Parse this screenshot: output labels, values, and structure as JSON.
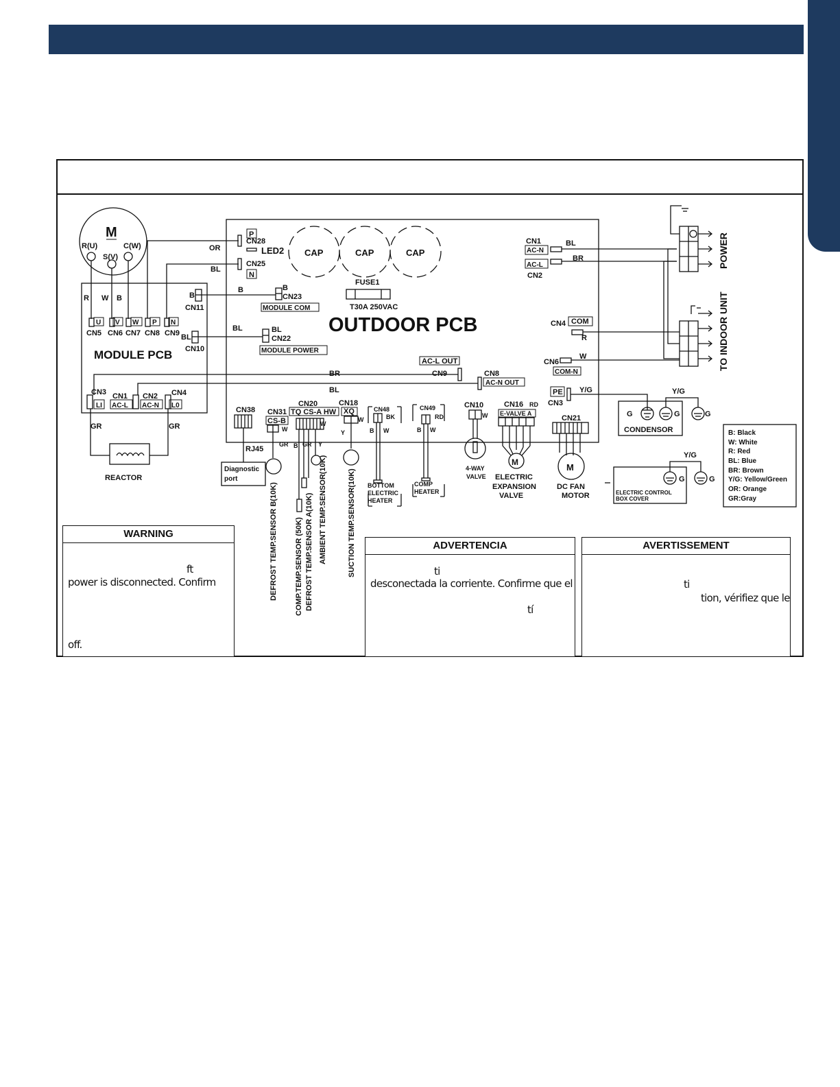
{
  "diagram": {
    "title": "OUTDOOR PCB",
    "module_pcb": "MODULE PCB",
    "motor": {
      "symbol": "M",
      "r": "R(U)",
      "s": "S(V)",
      "c": "C(W)"
    },
    "wire_colors_top": {
      "r": "R",
      "w": "W",
      "b": "B"
    },
    "module_terminals": [
      "U",
      "V",
      "W",
      "P",
      "N"
    ],
    "module_connectors": [
      "CN5",
      "CN6",
      "CN7",
      "CN8",
      "CN9"
    ],
    "module_cn11": "CN11",
    "module_cn10": "CN10",
    "module_bottom": {
      "cn3": "CN3",
      "cn1": "CN1",
      "cn2": "CN2",
      "cn4": "CN4",
      "li": "LI",
      "acl": "AC-L",
      "acn": "AC-N",
      "lo": "L0"
    },
    "reactor": {
      "label": "REACTOR",
      "gr": "GR"
    },
    "outdoor": {
      "p": "P",
      "cn28": "CN28",
      "led2": "LED2",
      "cn25": "CN25",
      "n": "N",
      "or": "OR",
      "bl": "BL",
      "b": "B",
      "cap": "CAP",
      "fuse": "FUSE1",
      "fuse_rating": "T30A 250VAC",
      "cn23": "CN23",
      "module_com": "MODULE COM",
      "cn22": "CN22",
      "module_power": "MODULE POWER",
      "cn1": "CN1",
      "acn": "AC-N",
      "acl": "AC-L",
      "cn2": "CN2",
      "br": "BR",
      "cn4": "CN4",
      "com": "COM",
      "r": "R",
      "cn6": "CN6",
      "comn": "COM-N",
      "w": "W",
      "acl_out": "AC-L OUT",
      "cn9": "CN9",
      "cn8": "CN8",
      "acn_out": "AC-N OUT",
      "pe": "PE",
      "cn3": "CN3",
      "yg": "Y/G"
    },
    "bottom": {
      "cn38": "CN38",
      "rj45": "RJ45",
      "diag1": "Diagnostic",
      "diag2": "port",
      "cn31": "CN31",
      "csb": "CS-B",
      "cn20": "CN20",
      "tq": "TQ CS-A HW",
      "cn18": "CN18",
      "xq": "XQ",
      "cn48": "CN48",
      "bk": "BK",
      "cn49": "CN49",
      "rd": "RD",
      "cn10": "CN10",
      "cn16": "CN16",
      "evalve": "E-VALVE A",
      "cn21": "CN21",
      "w": "W",
      "gr": "GR",
      "b": "B",
      "y": "Y",
      "m": "M",
      "bottom_heater": [
        "BOTTOM",
        "ELECTRIC",
        "HEATER"
      ],
      "comp_heater": [
        "COMP",
        "HEATER"
      ],
      "four_way": [
        "4-WAY",
        "VALVE"
      ],
      "exp_valve": [
        "ELECTRIC",
        "EXPANSION",
        "VALVE"
      ],
      "fan": [
        "DC FAN",
        "MOTOR"
      ]
    },
    "sensors": [
      "DEFROST TEMP.SENSOR  B(10K)",
      "COMP.TEMP.SENSOR  (50K)",
      "DEFROST TEMP.SENSOR  A(10K)",
      "AMBIENT  TEMP.SENSOR(10K)",
      "SUCTION  TEMP.SENSOR(10K)"
    ],
    "power": "POWER",
    "indoor": "TO INDOOR UNIT",
    "condensor": "CONDENSOR",
    "g": "G",
    "yg": "Y/G",
    "box_cover": [
      "ELECTRIC  CONTROL",
      "BOX COVER"
    ],
    "legend": [
      "B:  Black",
      "W:  White",
      "R:  Red",
      "BL:  Blue",
      "BR:  Brown",
      "Y/G:  Yellow/Green",
      "OR:  Orange",
      "GR:Gray"
    ]
  },
  "warnings": [
    {
      "title": "WARNING",
      "lines": [
        "ft",
        "power is disconnected. Confirm",
        "off."
      ]
    },
    {
      "title": "ADVERTENCIA",
      "lines": [
        "ti",
        "desconectada la corriente. Confirme que el",
        "tí"
      ]
    },
    {
      "title": "AVERTISSEMENT",
      "lines": [
        "ti",
        "tion, vérifiez que le"
      ]
    }
  ]
}
